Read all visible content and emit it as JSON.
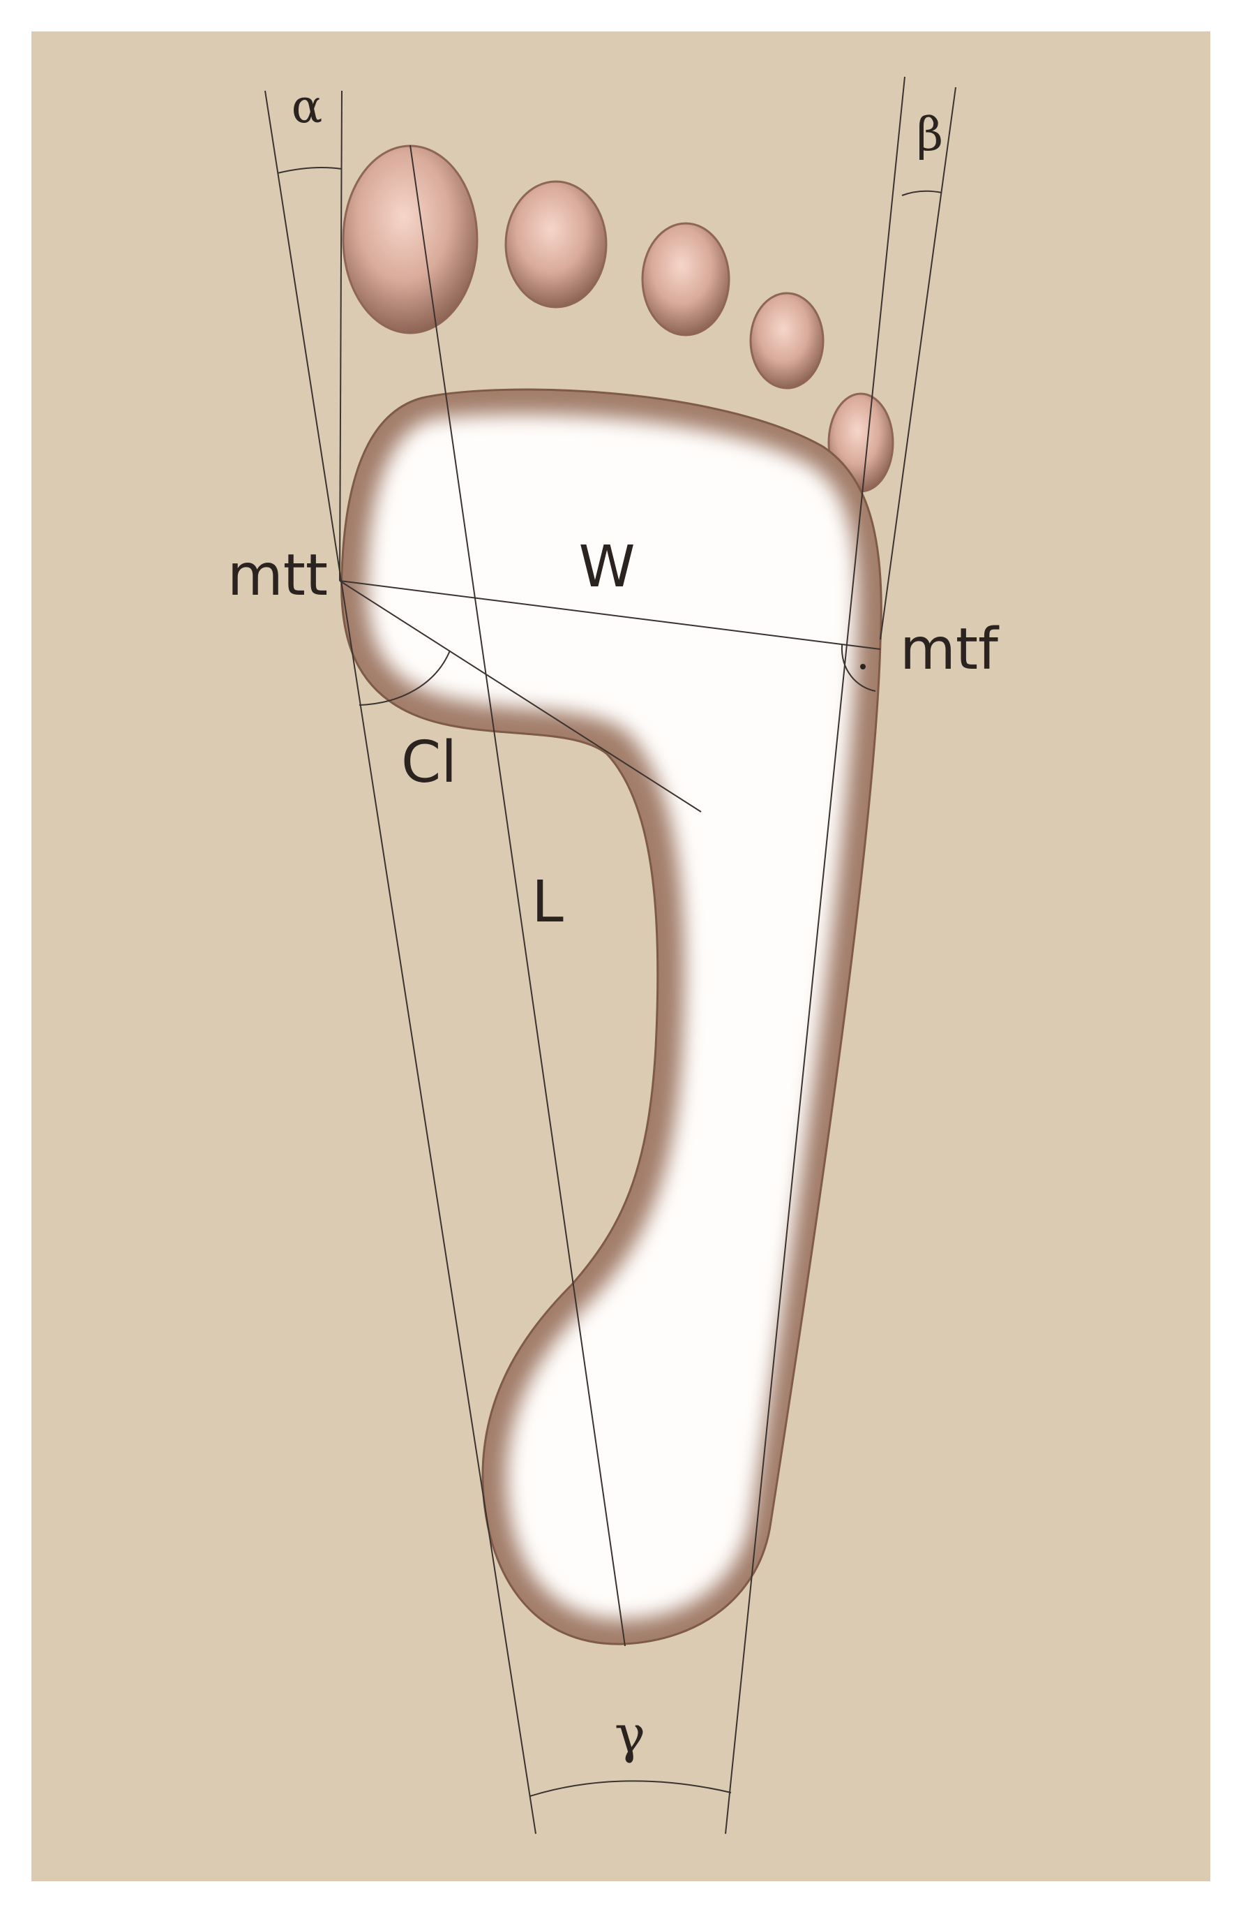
{
  "colors": {
    "background": "#dacbb2",
    "foot_light": "#ffffff",
    "foot_edge": "#a27d6a",
    "toe_core": "#f3cfc2",
    "toe_edge": "#8e6556",
    "line": "#3b3330",
    "text": "#2a2320"
  },
  "labels": {
    "alpha": "α",
    "beta": "β",
    "gamma": "γ",
    "mtt": "mtt",
    "mtf": "mtf",
    "w": "W",
    "cl": "Cl",
    "l": "L"
  }
}
